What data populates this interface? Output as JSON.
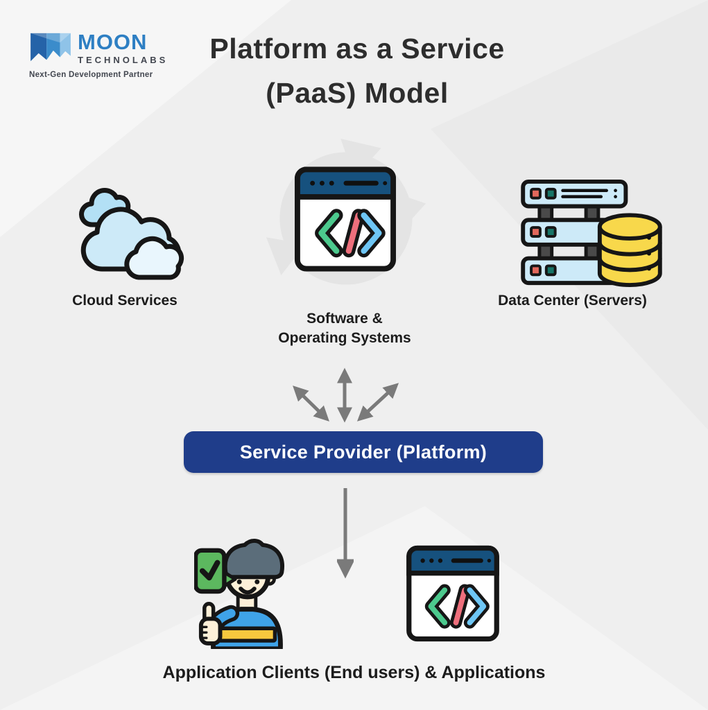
{
  "logo": {
    "brand": "MOON",
    "sub": "TECHNOLABS",
    "tagline": "Next-Gen Development Partner"
  },
  "title": {
    "line1": "Platform as a Service",
    "line2": "(PaaS) Model"
  },
  "nodes": {
    "cloud": {
      "label": "Cloud Services",
      "icon": "cloud-icon"
    },
    "software": {
      "line1": "Software &",
      "line2": "Operating Systems",
      "icon": "code-window-icon"
    },
    "datacenter": {
      "label": "Data Center (Servers)",
      "icon": "server-database-icon"
    }
  },
  "provider": {
    "label": "Service Provider (Platform)"
  },
  "clients": {
    "label": "Application Clients (End users) & Applications",
    "icons": [
      "person-thumbs-up-icon",
      "code-window-icon"
    ]
  },
  "colors": {
    "background": "#efefef",
    "title_text": "#2d2d2d",
    "provider_bg": "#1f3d8a",
    "provider_text": "#ffffff",
    "arrow_gray": "#7a7a7a",
    "outline": "#161616",
    "brand_blue": "#2e7fc3",
    "cloud_fill": "#cdeaf8",
    "window_header_navy": "#16517e",
    "code_green": "#4cc98d",
    "code_red": "#ee6f7c",
    "code_blue": "#6ec6f5",
    "server_fill": "#cdeaf8",
    "database_yellow": "#f8d84b",
    "shirt_blue": "#3fa3e8",
    "stripe_yellow": "#f6c83e",
    "phone_green": "#5cb85f"
  }
}
